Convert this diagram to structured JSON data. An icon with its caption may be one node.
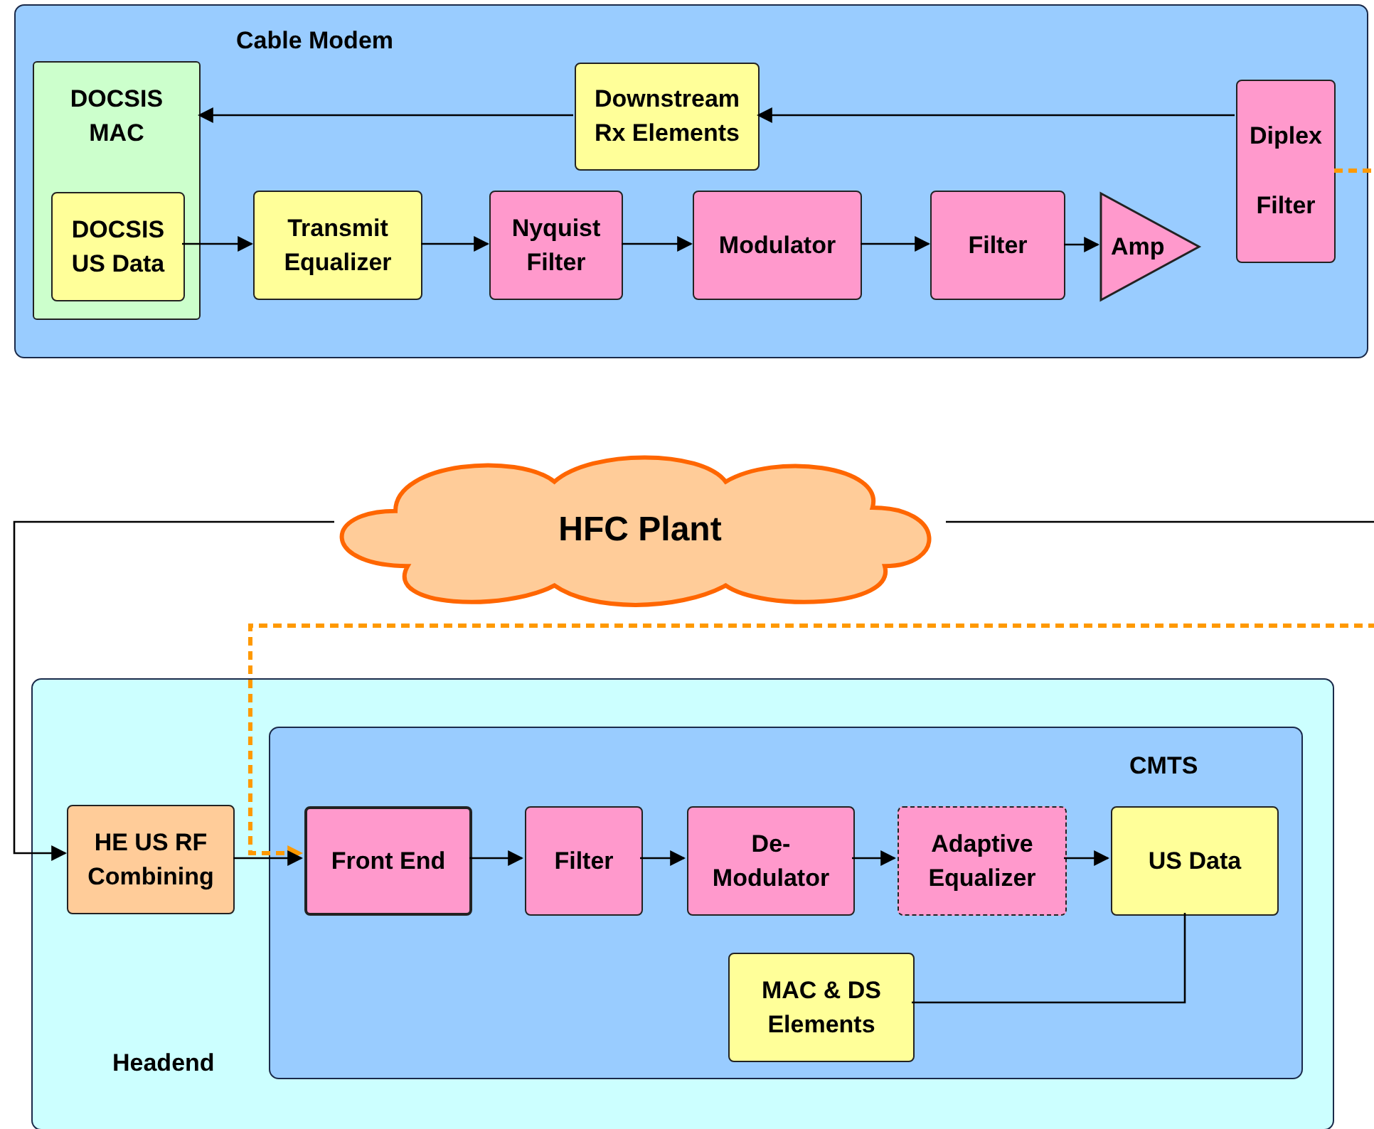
{
  "diagram": {
    "nodes": [
      {
        "text": [
          "Cable Modem"
        ]
      },
      {
        "text": [
          "DOCSIS MAC"
        ],
        "in": 0
      },
      {
        "text": [
          "DOCSIS US Data"
        ],
        "in": 1
      },
      {
        "text": [
          "Downstream Rx Elements"
        ],
        "in": 0
      },
      {
        "text": [
          "Transmit Equalizer"
        ],
        "in": 0
      },
      {
        "text": [
          "Nyquist Filter"
        ],
        "in": 0
      },
      {
        "text": [
          "Modulator"
        ],
        "in": 0
      },
      {
        "text": [
          "Filter"
        ],
        "in": 0
      },
      {
        "text": [
          "Amp"
        ],
        "in": 0
      },
      {
        "text": [
          "Diplex",
          "Filter"
        ],
        "in": 0
      },
      {
        "text": [
          "HFC Plant"
        ]
      },
      {
        "text": [
          "Headend"
        ]
      },
      {
        "text": [
          "HE US RF Combining"
        ],
        "in": 11
      },
      {
        "text": [
          "CMTS"
        ],
        "in": 11
      },
      {
        "text": [
          "Front End"
        ],
        "in": 13
      },
      {
        "text": [
          "Filter"
        ],
        "in": 13
      },
      {
        "text": [
          "De- Modulator"
        ],
        "in": 13
      },
      {
        "text": [
          "Adaptive Equalizer"
        ],
        "in": 13
      },
      {
        "text": [
          "US Data"
        ],
        "in": 13
      },
      {
        "text": [
          "MAC & DS Elements"
        ],
        "in": 13
      }
    ],
    "edges": [
      {
        "from": 9,
        "to": 3,
        "arrow": "to"
      },
      {
        "from": 3,
        "to": 1,
        "arrow": "to"
      },
      {
        "from": 2,
        "to": 4,
        "arrow": "to"
      },
      {
        "from": 4,
        "to": 5,
        "arrow": "to"
      },
      {
        "from": 5,
        "to": 6,
        "arrow": "to"
      },
      {
        "from": 6,
        "to": 7,
        "arrow": "to"
      },
      {
        "from": 7,
        "to": 8,
        "arrow": "to"
      },
      {
        "from": 10,
        "to": 12,
        "arrow": "to"
      },
      {
        "from": 10,
        "to": null,
        "arrow": "none"
      },
      {
        "from": 9,
        "to": 14,
        "arrow": "to",
        "style": "dashed",
        "color": "#ff9900"
      },
      {
        "from": 12,
        "to": 14,
        "arrow": "to"
      },
      {
        "from": 14,
        "to": 15,
        "arrow": "to"
      },
      {
        "from": 15,
        "to": 16,
        "arrow": "to"
      },
      {
        "from": 16,
        "to": 17,
        "arrow": "to"
      },
      {
        "from": 17,
        "to": 18,
        "arrow": "to"
      },
      {
        "from": 18,
        "to": 19,
        "arrow": "none"
      }
    ]
  }
}
